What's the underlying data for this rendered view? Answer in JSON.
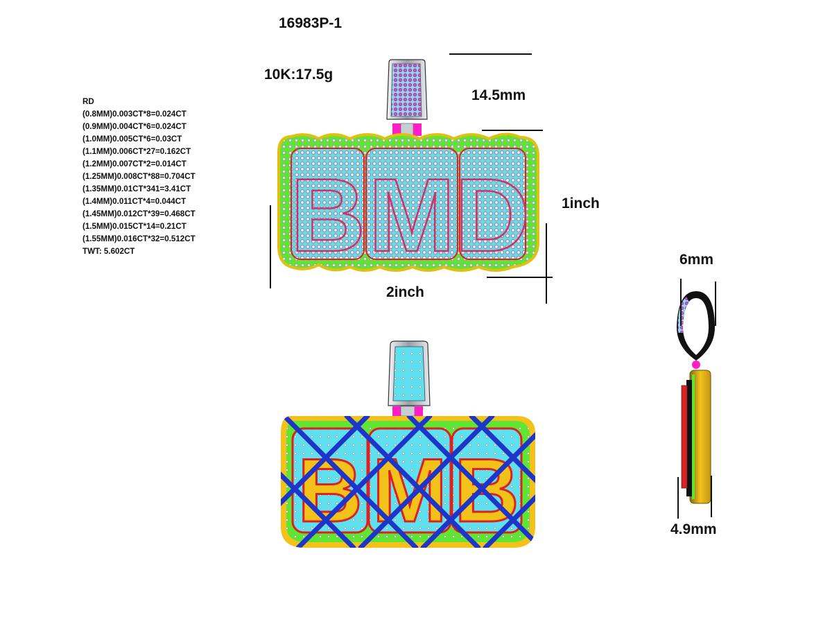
{
  "title": "16983P-1",
  "metal": "10K:17.5g",
  "dimensions": {
    "bail_height": "14.5mm",
    "height": "1inch",
    "width": "2inch",
    "side_bail_width": "6mm",
    "side_thickness": "4.9mm"
  },
  "stone_spec": {
    "shape": "RD",
    "lines": [
      "(0.8MM)0.003CT*8=0.024CT",
      "(0.9MM)0.004CT*6=0.024CT",
      "(1.0MM)0.005CT*6=0.03CT",
      "(1.1MM)0.006CT*27=0.162CT",
      "(1.2MM)0.007CT*2=0.014CT",
      "(1.25MM)0.008CT*88=0.704CT",
      "(1.35MM)0.01CT*341=3.41CT",
      "(1.4MM)0.011CT*4=0.044CT",
      "(1.45MM)0.012CT*39=0.468CT",
      "(1.5MM)0.015CT*14=0.21CT",
      "(1.55MM)0.016CT*32=0.512CT"
    ],
    "total": "TWT:  5.602CT"
  },
  "pendant": {
    "front_letters": "BMD",
    "back_letters": "BMB",
    "colors": {
      "halo_green": "#5ee632",
      "letter_cyan": "#5fe0ee",
      "outline_red": "#e02020",
      "gold": "#f2c21a",
      "magenta": "#ff1ec8",
      "lattice_blue": "#1f35c8",
      "silver": "#c8ccd4"
    }
  }
}
